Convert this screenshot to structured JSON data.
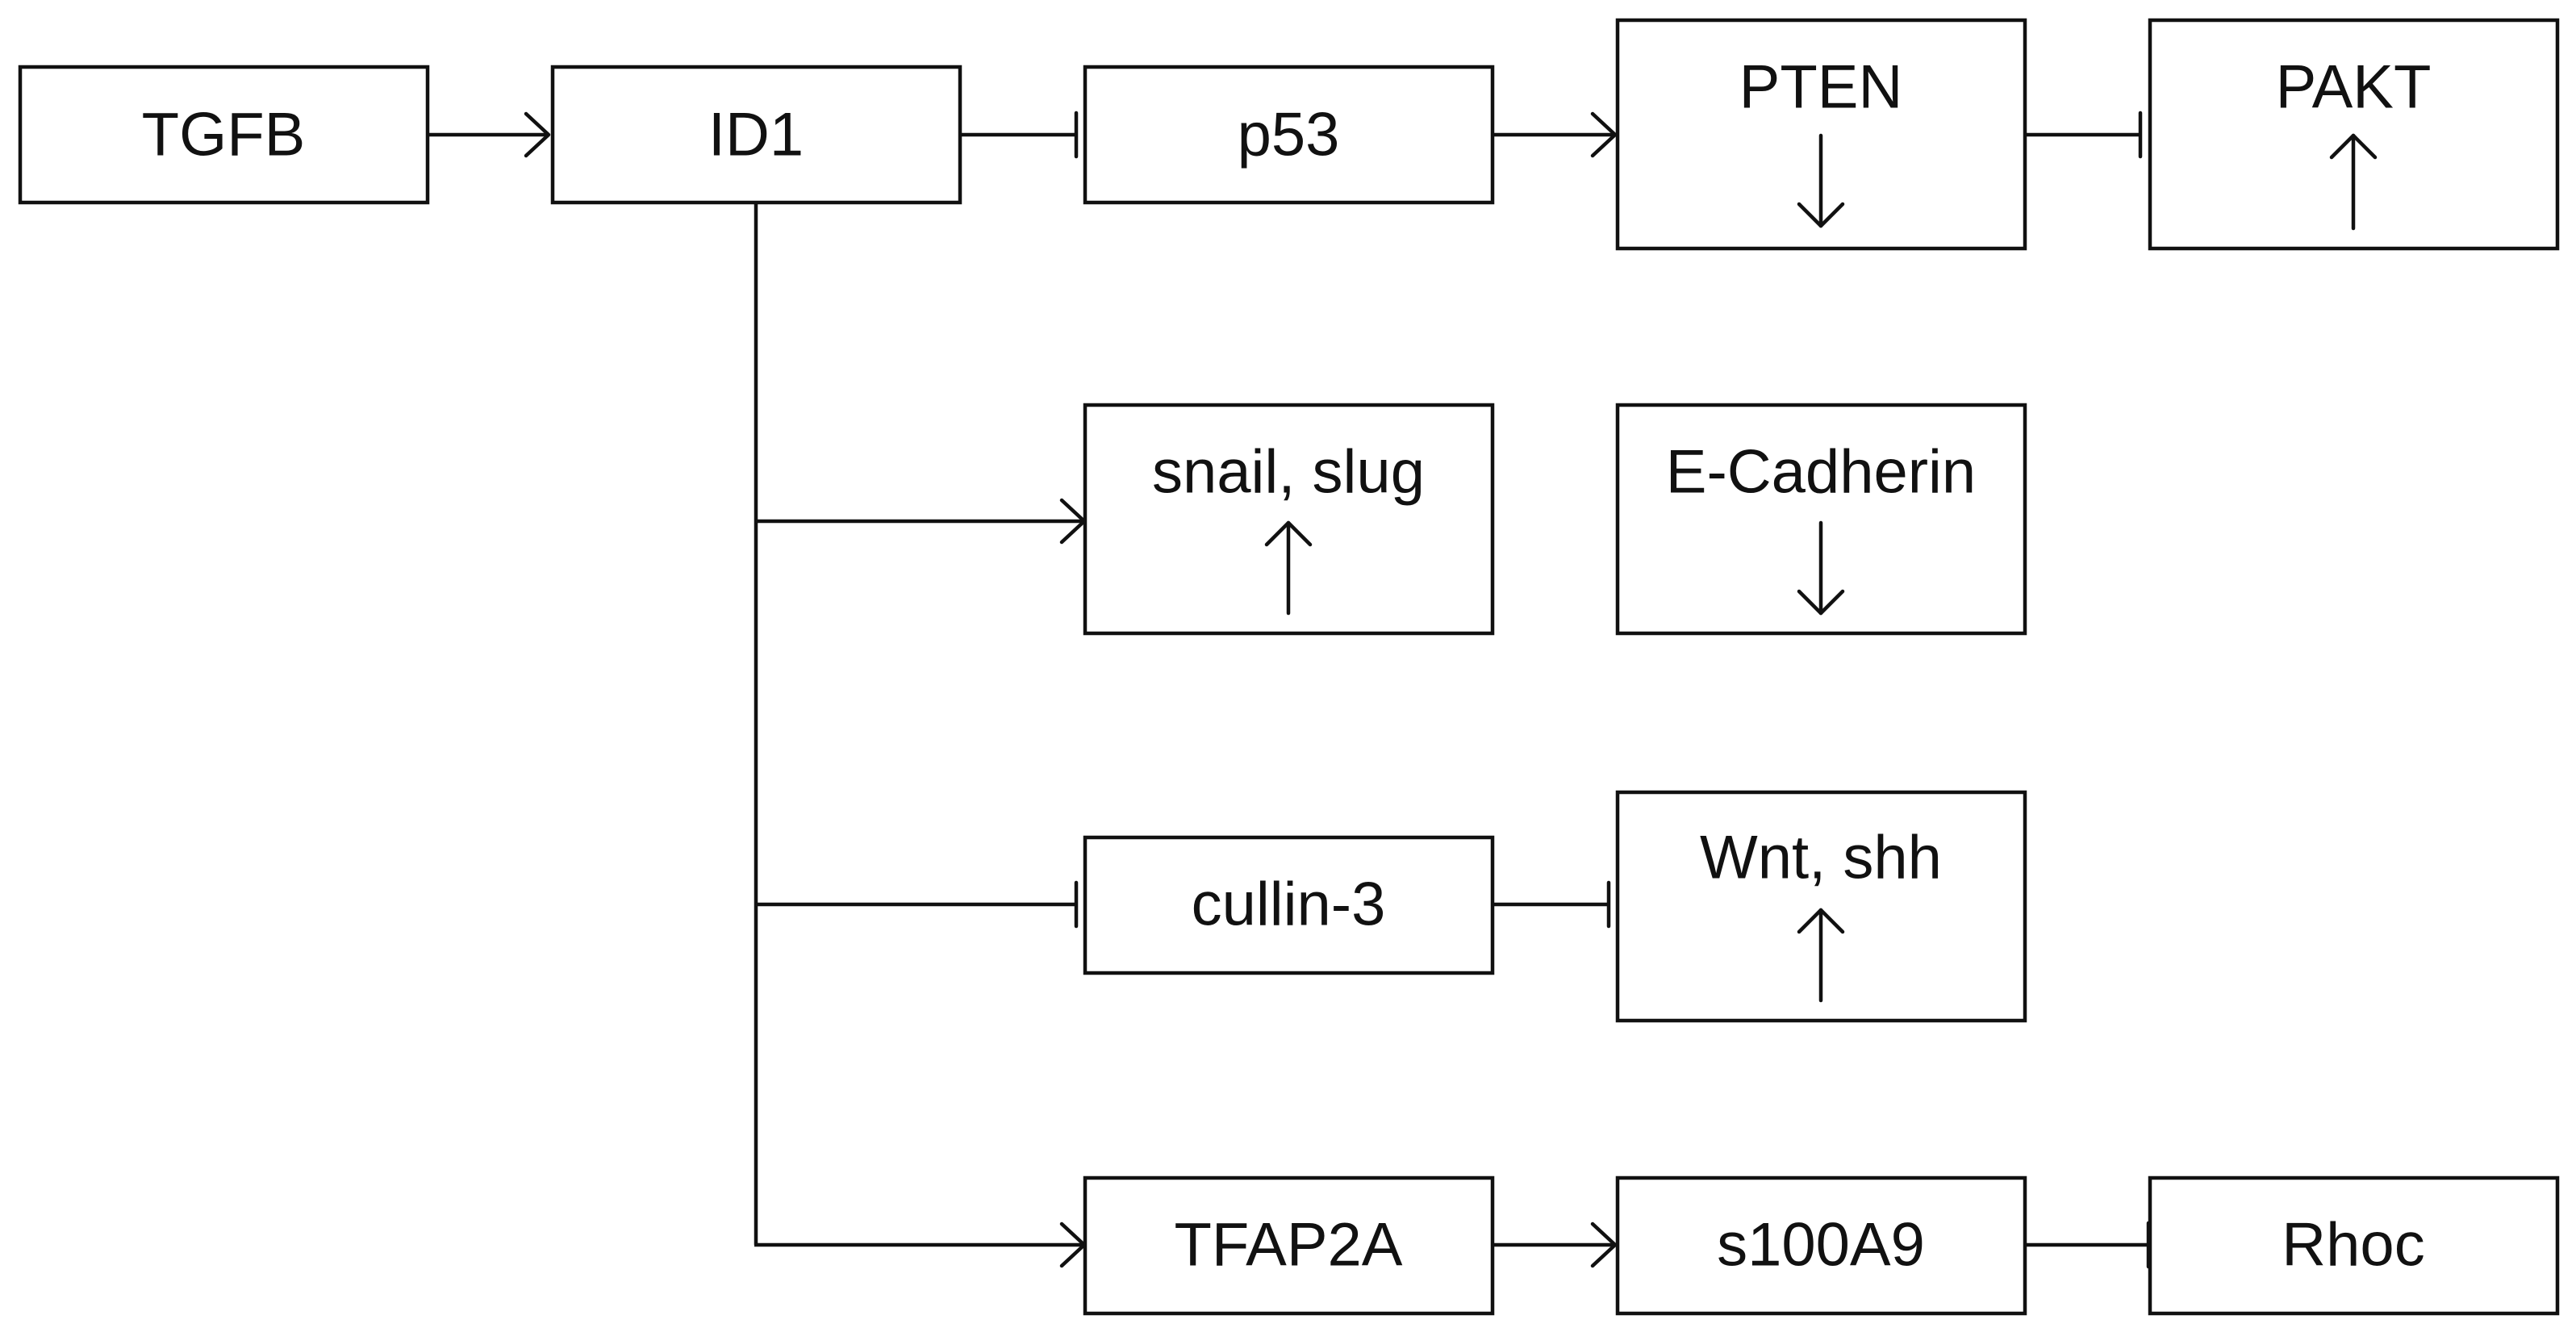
{
  "nodes": {
    "tgfb": {
      "label": "TGFB"
    },
    "id1": {
      "label": "ID1"
    },
    "p53": {
      "label": "p53"
    },
    "pten": {
      "label": "PTEN",
      "indicator": "down"
    },
    "pakt": {
      "label": "PAKT",
      "indicator": "up"
    },
    "snail_slug": {
      "label": "snail, slug",
      "indicator": "up"
    },
    "e_cadherin": {
      "label": "E-Cadherin",
      "indicator": "down"
    },
    "cullin3": {
      "label": "cullin-3"
    },
    "wnt_shh": {
      "label": "Wnt, shh",
      "indicator": "up"
    },
    "tfap2a": {
      "label": "TFAP2A"
    },
    "s100a9": {
      "label": "s100A9"
    },
    "rhoc": {
      "label": "Rhoc"
    }
  },
  "edges": [
    {
      "from": "tgfb",
      "to": "id1",
      "type": "activation"
    },
    {
      "from": "id1",
      "to": "p53",
      "type": "inhibition"
    },
    {
      "from": "p53",
      "to": "pten",
      "type": "activation"
    },
    {
      "from": "pten",
      "to": "pakt",
      "type": "inhibition"
    },
    {
      "from": "id1",
      "to": "snail_slug",
      "type": "activation"
    },
    {
      "from": "id1",
      "to": "cullin3",
      "type": "inhibition"
    },
    {
      "from": "cullin3",
      "to": "wnt_shh",
      "type": "inhibition"
    },
    {
      "from": "id1",
      "to": "tfap2a",
      "type": "activation"
    },
    {
      "from": "tfap2a",
      "to": "s100a9",
      "type": "activation"
    },
    {
      "from": "s100a9",
      "to": "rhoc",
      "type": "inhibition"
    }
  ],
  "colors": {
    "stroke": "#111111",
    "background": "#ffffff"
  }
}
